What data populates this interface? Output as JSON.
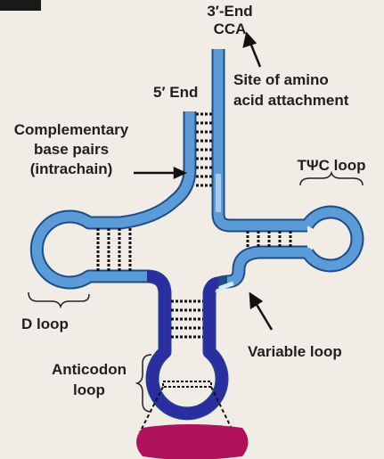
{
  "labels": {
    "three_end_line1": "3′-End",
    "three_end_line2": "CCA",
    "site_line1": "Site of amino",
    "site_line2": "acid attachment",
    "five_end": "5′ End",
    "complementary_line1": "Complementary",
    "complementary_line2": "base pairs",
    "complementary_line3": "(intrachain)",
    "tpsic_loop": "TΨC loop",
    "d_loop": "D loop",
    "variable_loop": "Variable loop",
    "anticodon_line1": "Anticodon",
    "anticodon_line2": "loop"
  },
  "colors": {
    "background": "#f1ece5",
    "light_blue": "#5b9bd8",
    "light_blue_edge": "#1d4c87",
    "dark_blue": "#2a2ea0",
    "pale_blue": "#a8cbec",
    "codon_magenta": "#b0115b",
    "text": "#1f1f1f"
  }
}
